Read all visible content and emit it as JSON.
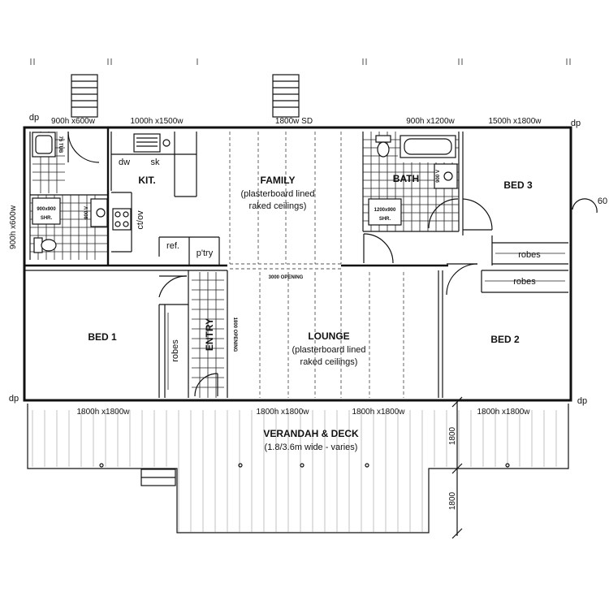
{
  "rooms": {
    "kitchen": "KIT.",
    "family": "FAMILY",
    "family_note_1": "(plasterboard lined",
    "family_note_2": "raked ceilings)",
    "bath": "BATH",
    "bed3": "BED 3",
    "bed1": "BED 1",
    "entry": "ENTRY",
    "lounge": "LOUNGE",
    "lounge_note_1": "(plasterboard lined",
    "lounge_note_2": "raked ceilings)",
    "bed2": "BED 2",
    "verandah": "VERANDAH & DECK",
    "verandah_note": "(1.8/3.6m wide - varies)"
  },
  "fixtures": {
    "dw": "dw",
    "sk": "sk",
    "ct_ov": "ct/ov",
    "ref": "ref.",
    "pantry": "p'try",
    "robes_bed1": "robes",
    "robes_bed3": "robes",
    "robes_bed2": "robes",
    "tub": "75 TUB",
    "shower_laundry": "900x900",
    "shr_laundry": "SHR.",
    "vanity_laundry": "900 V",
    "shower_bath": "1200x900",
    "shr_bath": "SHR.",
    "vanity_bath": "900 V",
    "opening_main": "3000 OPENING",
    "opening_entry": "1800 OPENING"
  },
  "windows": {
    "top_left": "900h x600w",
    "top_kitchen": "1000h x1500w",
    "top_sliding_door": "1800w SD",
    "top_bath": "900h x1200w",
    "top_bed3": "1500h x1800w",
    "left_side": "900h x600w",
    "bottom_bed1": "1800h x1800w",
    "bottom_lounge_1": "1800h x1800w",
    "bottom_lounge_2": "1800h x1800w",
    "bottom_bed2": "1800h x1800w"
  },
  "markers": {
    "dp_top_left": "dp",
    "dp_top_right": "dp",
    "dp_bottom_left": "dp",
    "dp_bottom_right": "dp",
    "angle": "60"
  },
  "dimensions": {
    "deck_upper": "1800",
    "deck_lower": "1800"
  }
}
